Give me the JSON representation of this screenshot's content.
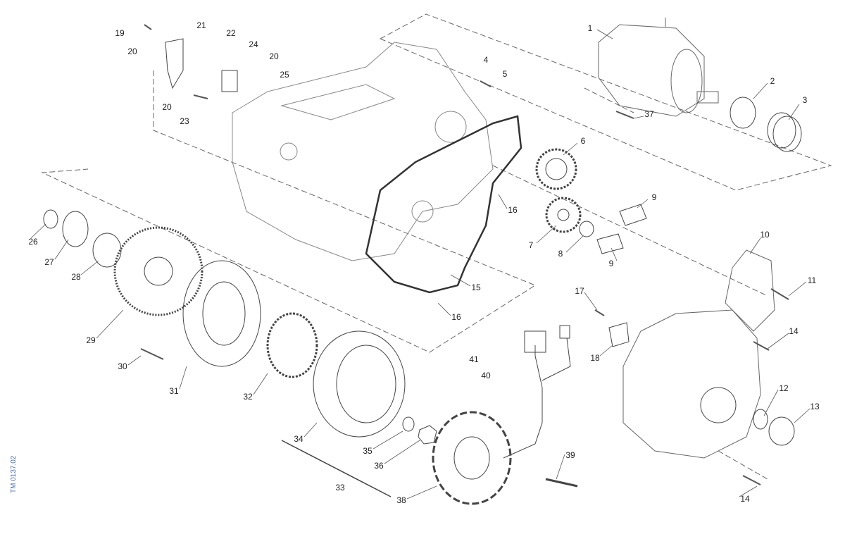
{
  "diagram": {
    "drawing_code": "TM 0137.02",
    "callouts": [
      "1",
      "2",
      "3",
      "4",
      "5",
      "6",
      "7",
      "8",
      "9",
      "9",
      "10",
      "11",
      "12",
      "13",
      "14",
      "14",
      "15",
      "16",
      "16",
      "17",
      "18",
      "19",
      "20",
      "21",
      "22",
      "23",
      "24",
      "20",
      "25",
      "20",
      "26",
      "27",
      "28",
      "29",
      "30",
      "31",
      "32",
      "33",
      "34",
      "35",
      "36",
      "37",
      "38",
      "39",
      "40",
      "41"
    ]
  }
}
